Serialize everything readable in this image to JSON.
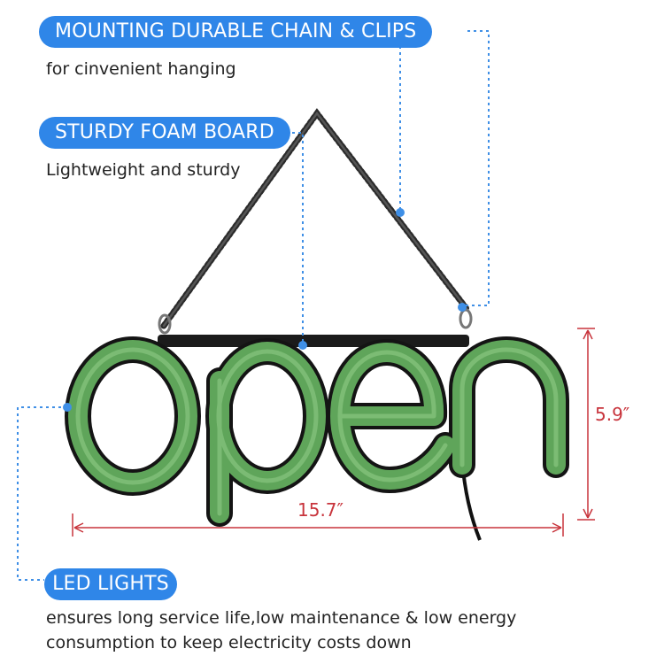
{
  "features": {
    "chain": {
      "title": "MOUNTING DURABLE CHAIN & CLIPS",
      "description": "for cinvenient hanging"
    },
    "foam": {
      "title": "STURDY FOAM BOARD",
      "description": "Lightweight and sturdy"
    },
    "led": {
      "title": "LED LIGHTS",
      "description_line1": "ensures long service life,low maintenance & low energy",
      "description_line2": "consumption to keep electricity costs down"
    }
  },
  "dimensions": {
    "width": "15.7″",
    "height": "5.9″"
  },
  "colors": {
    "accent": "#2f86e8",
    "neon_green": "#5fa55a",
    "dimension_red": "#c8343c"
  }
}
